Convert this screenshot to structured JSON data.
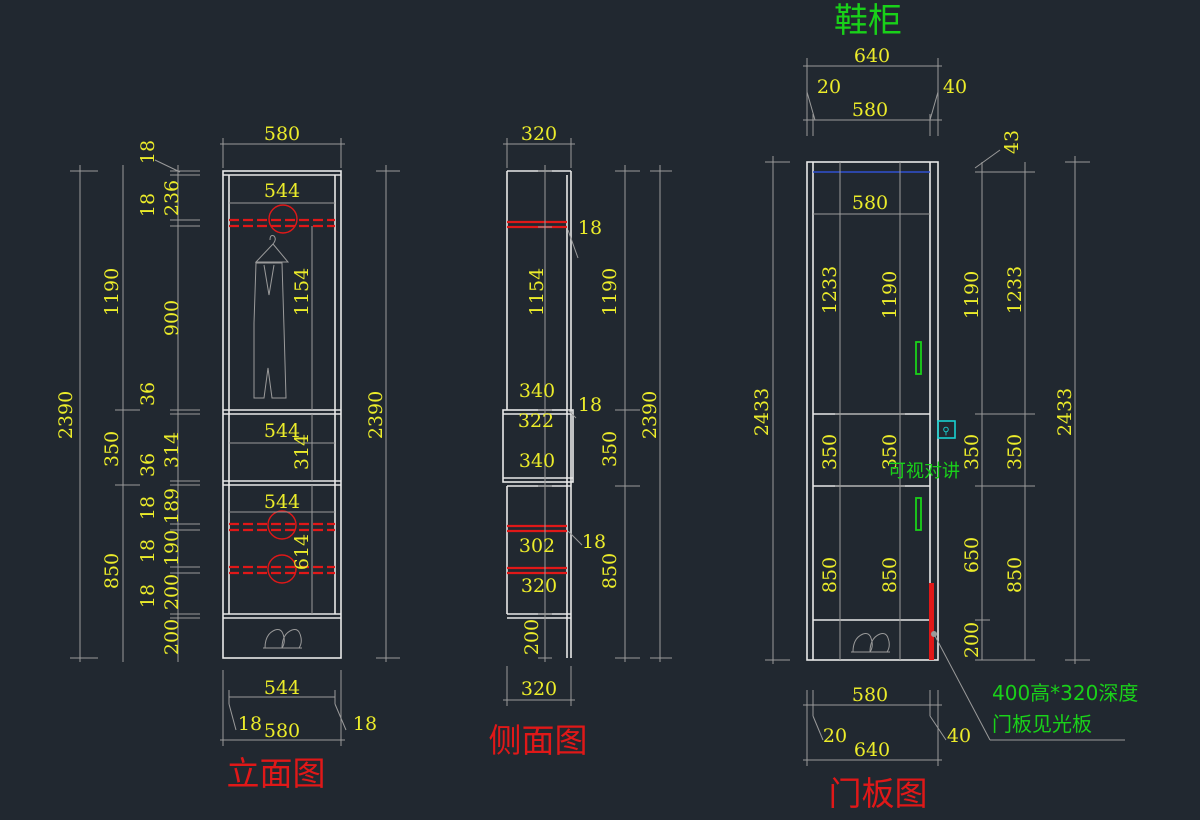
{
  "titles": {
    "front": "立面图",
    "side": "侧面图",
    "door": "门板图",
    "cabinet": "鞋柜"
  },
  "notes": {
    "intercom": "可视对讲",
    "glass_line1": "400高*320深度",
    "glass_line2": "门板见光板"
  },
  "dims": {
    "front": {
      "top_width": "580",
      "top_panel": "18",
      "top_shelf_inner": "544",
      "top_shelf_thk": "18",
      "top_gap": "236",
      "hang_height": "1190",
      "hang_space": "900",
      "hang_inner": "1154",
      "overall_left": "2390",
      "overall_right": "2390",
      "mid_shelf": "36",
      "mid_inner_width": "544",
      "mid_section": "350",
      "mid_shelf2": "36",
      "mid_gap": "314",
      "mid_gap_inner": "314",
      "low_shelf_width": "544",
      "low_shelf_thk": "18",
      "low_gap1": "189",
      "low_shelf2": "18",
      "low_gap2": "190",
      "low_shelf3": "18",
      "low_gap3": "200",
      "low_inner": "614",
      "low_section": "850",
      "plinth": "200",
      "bottom_inner": "544",
      "bottom_width": "580",
      "bottom_left_panel": "18",
      "bottom_right_panel": "18"
    },
    "side": {
      "top_depth": "320",
      "shelf_thk": "18",
      "inner_height": "1154",
      "upper_height": "1190",
      "overall": "2390",
      "mid_depth1": "340",
      "mid_thk": "18",
      "mid_depth2": "322",
      "mid_depth3": "340",
      "mid_section": "350",
      "low_thk": "18",
      "low_depth1": "302",
      "low_depth2": "320",
      "low_section": "850",
      "plinth": "200",
      "bottom_depth": "320"
    },
    "door": {
      "top_width": "640",
      "left_margin": "20",
      "right_margin": "40",
      "inner_width": "580",
      "top_gap": "43",
      "shelf_width": "580",
      "up_left": "1233",
      "up_center": "1190",
      "up_right1": "1190",
      "up_right2": "1233",
      "overall_left": "2433",
      "overall_right": "2433",
      "mid_left": "350",
      "mid_center": "350",
      "mid_right1": "350",
      "mid_right2": "350",
      "low_left": "850",
      "low_center": "850",
      "low_right1": "650",
      "low_right2": "850",
      "plinth_right": "200",
      "bottom_inner": "580",
      "bottom_left": "20",
      "bottom_right": "40",
      "bottom_total": "640"
    }
  }
}
